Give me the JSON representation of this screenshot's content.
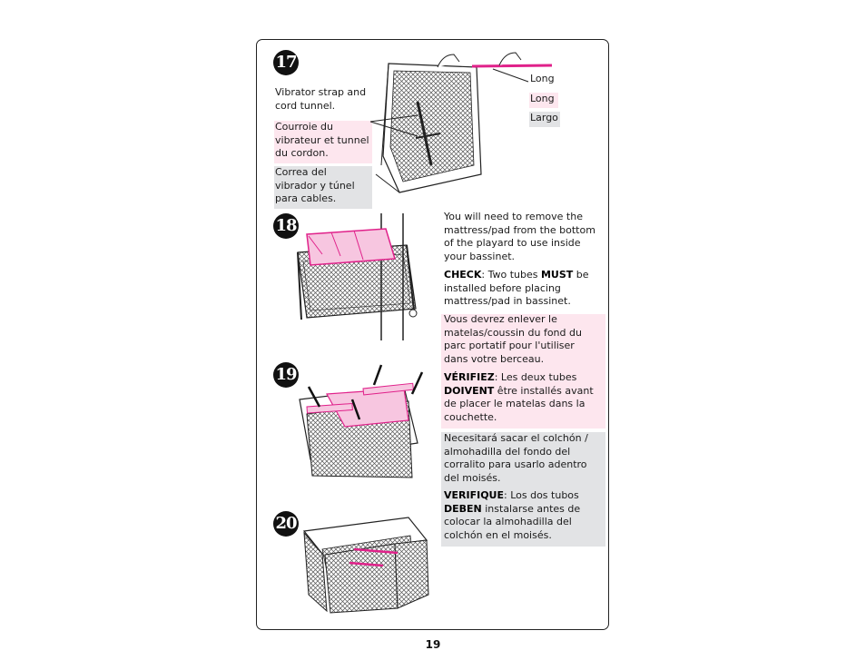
{
  "page": {
    "number": "19"
  },
  "steps": [
    {
      "number": "17",
      "en": "Vibrator strap and cord tunnel.",
      "fr": "Courroie du vibrateur et tunnel du cordon.",
      "es": "Correa del vibrador y túnel para cables.",
      "length_labels": [
        "Long",
        "Long",
        "Largo"
      ]
    },
    {
      "number": "18"
    },
    {
      "number": "19"
    },
    {
      "number": "20"
    }
  ],
  "instructions": {
    "en": {
      "intro": "You will need to remove the mattress/pad from the bottom of the playard to use inside your bassinet.",
      "check_label": "CHECK",
      "check_pre": ": Two tubes ",
      "must": "MUST",
      "check_post": " be installed before placing mattress/pad in bassinet."
    },
    "fr": {
      "intro": "Vous devrez enlever le matelas/coussin du fond du parc portatif pour l'utiliser dans votre berceau.",
      "check_label": "VÉRIFIEZ",
      "check_pre": ": Les deux tubes ",
      "must": "DOIVENT",
      "check_post": " être installés avant de placer le matelas dans la couchette."
    },
    "es": {
      "intro": "Necesitará sacar el colchón / almohadilla del fondo del corralito para usarlo adentro del moisés.",
      "check_label": "VERIFIQUE",
      "check_pre": ": Los dos tubos ",
      "must": "DEBEN",
      "check_post": " instalarse antes de colocar la almohadilla del colchón en el moisés."
    }
  },
  "colors": {
    "accent_pink": "#e0218a",
    "french_bg": "#fde6ee",
    "spanish_bg": "#e2e3e5"
  }
}
